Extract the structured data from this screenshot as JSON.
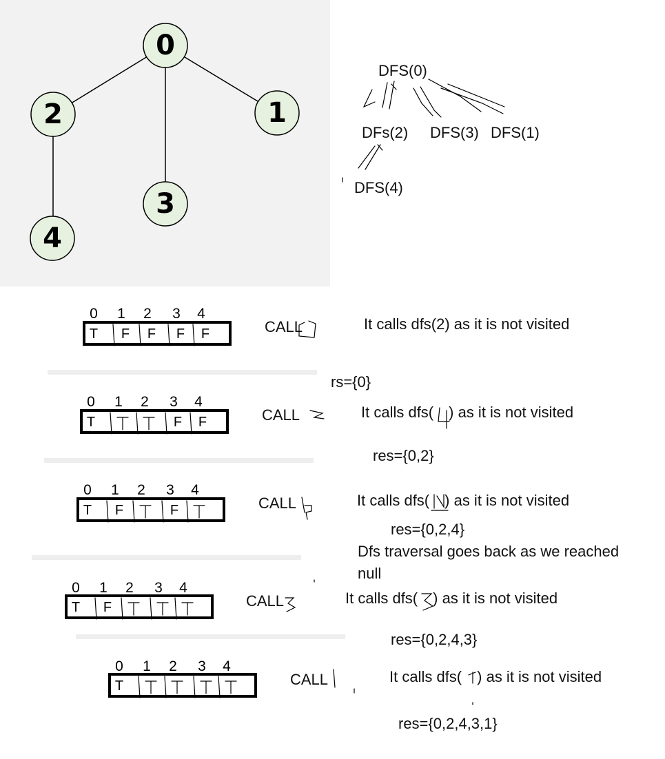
{
  "colors": {
    "panel_bg": "#f2f2f2",
    "node_fill": "#e6f2df",
    "edge": "#000000",
    "separator": "#eeeeee"
  },
  "graph": {
    "nodes": [
      {
        "id": "0",
        "label": "0"
      },
      {
        "id": "1",
        "label": "1"
      },
      {
        "id": "2",
        "label": "2"
      },
      {
        "id": "3",
        "label": "3"
      },
      {
        "id": "4",
        "label": "4"
      }
    ],
    "edges": [
      [
        "0",
        "2"
      ],
      [
        "0",
        "3"
      ],
      [
        "0",
        "1"
      ],
      [
        "2",
        "4"
      ]
    ]
  },
  "tree": {
    "root": "DFS(0)",
    "level1": [
      "DFs(2)",
      "DFS(3)",
      "DFS(1)"
    ],
    "level2": [
      "DFS(4)"
    ]
  },
  "steps": [
    {
      "indices": [
        "0",
        "1",
        "2",
        "3",
        "4"
      ],
      "cells": [
        "T",
        "F",
        "F",
        "F",
        "F"
      ],
      "call": "CALL",
      "desc": "It calls dfs(2) as it is not visited",
      "res": "rs={0}"
    },
    {
      "indices": [
        "0",
        "1",
        "2",
        "3",
        "4"
      ],
      "cells": [
        "T",
        "",
        "",
        "F",
        "F"
      ],
      "call": "CALL",
      "desc": "It calls dfs(",
      "desc_end": ") as it is not visited",
      "res": "res={0,2}"
    },
    {
      "indices": [
        "0",
        "1",
        "2",
        "3",
        "4"
      ],
      "cells": [
        "T",
        "F",
        "",
        "F",
        ""
      ],
      "call": "CALL",
      "desc": "It calls dfs(",
      "desc_end": ") as it is not visited",
      "res": "res={0,2,4}",
      "note": [
        "Dfs traversal goes back as we reached",
        "null"
      ]
    },
    {
      "indices": [
        "0",
        "1",
        "2",
        "3",
        "4"
      ],
      "cells": [
        "T",
        "F",
        "",
        "",
        ""
      ],
      "call": "CALL",
      "desc": "It calls dfs(",
      "desc_end": ") as it is not visited",
      "res": "res={0,2,4,3}"
    },
    {
      "indices": [
        "0",
        "1",
        "2",
        "3",
        "4"
      ],
      "cells": [
        "T",
        "",
        "",
        "",
        ""
      ],
      "call": "CALL",
      "desc": "It calls dfs(",
      "desc_end": ") as it is not visited",
      "res": "res={0,2,4,3,1}"
    }
  ]
}
